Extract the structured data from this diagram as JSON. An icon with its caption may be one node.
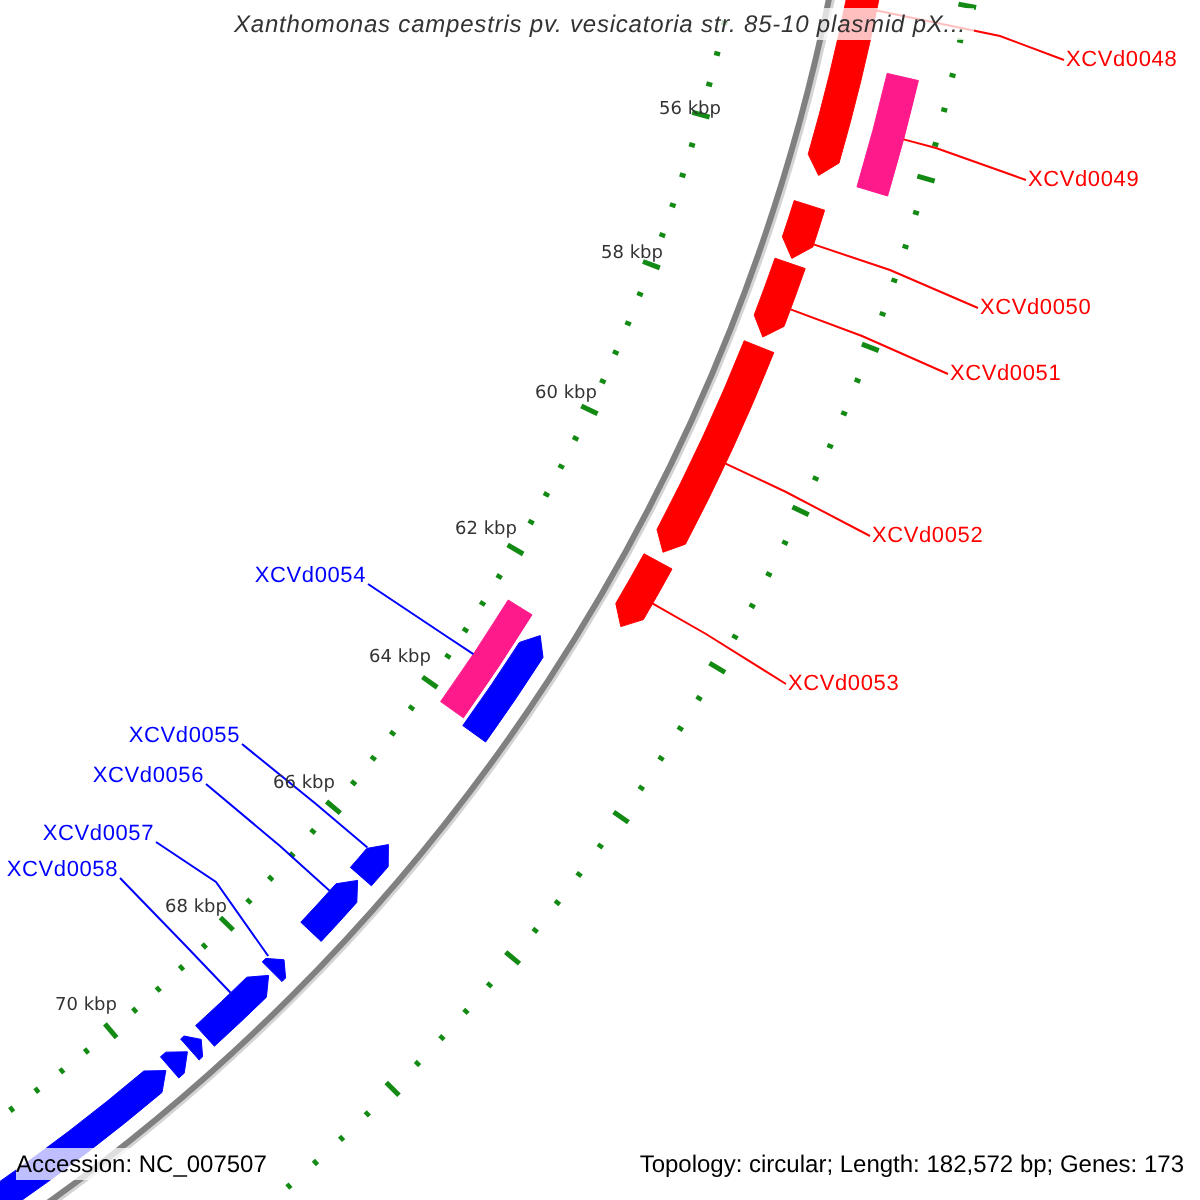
{
  "diagram": {
    "title": "Xanthomonas campestris pv. vesicatoria str. 85-10 plasmid pX...",
    "nodes": [
      {
        "text": [
          "XCVd0048"
        ]
      },
      {
        "text": [
          "XCVd0049"
        ]
      },
      {
        "text": [
          "XCVd0050"
        ]
      },
      {
        "text": [
          "XCVd0051"
        ]
      },
      {
        "text": [
          "XCVd0052"
        ]
      },
      {
        "text": [
          "XCVd0053"
        ]
      },
      {
        "text": [
          "XCVd0054"
        ]
      },
      {
        "text": [
          "XCVd0055"
        ]
      },
      {
        "text": [
          "XCVd0056"
        ]
      },
      {
        "text": [
          "XCVd0057"
        ]
      },
      {
        "text": [
          "XCVd0058"
        ]
      },
      {
        "text": [],
        "shape": "pentagon"
      },
      {
        "text": [],
        "shape": "bar"
      },
      {
        "text": [],
        "shape": "pentagon"
      },
      {
        "text": [],
        "shape": "pentagon"
      },
      {
        "text": [],
        "shape": "pentagon"
      },
      {
        "text": [],
        "shape": "pentagon"
      },
      {
        "text": [],
        "shape": "bar"
      },
      {
        "text": [],
        "shape": "pentagon"
      },
      {
        "text": [],
        "shape": "pentagon"
      },
      {
        "text": [],
        "shape": "pentagon"
      },
      {
        "text": [],
        "shape": "pentagon"
      },
      {
        "text": [],
        "shape": "pentagon"
      },
      {
        "text": [],
        "shape": "pentagon"
      },
      {
        "text": [],
        "shape": "pentagon"
      },
      {
        "text": [],
        "shape": "pentagon"
      }
    ],
    "edges": [
      {
        "from": 0,
        "to": 11,
        "arrow": "none"
      },
      {
        "from": 1,
        "to": 12,
        "arrow": "none"
      },
      {
        "from": 2,
        "to": 13,
        "arrow": "none"
      },
      {
        "from": 3,
        "to": 14,
        "arrow": "none"
      },
      {
        "from": 4,
        "to": 15,
        "arrow": "none"
      },
      {
        "from": 5,
        "to": 16,
        "arrow": "none"
      },
      {
        "from": 6,
        "to": 17,
        "arrow": "none",
        "color": "#0000ff"
      },
      {
        "from": 7,
        "to": 19,
        "arrow": "none",
        "color": "#0000ff"
      },
      {
        "from": 8,
        "to": 20,
        "arrow": "none",
        "color": "#0000ff"
      },
      {
        "from": 9,
        "to": 21,
        "arrow": "none",
        "color": "#0000ff"
      },
      {
        "from": 10,
        "to": 22,
        "arrow": "none",
        "color": "#0000ff"
      }
    ],
    "labels": [
      "56 kbp",
      "58 kbp",
      "60 kbp",
      "62 kbp",
      "64 kbp",
      "66 kbp",
      "68 kbp",
      "70 kbp",
      "Accession: NC_007507",
      "Topology: circular; Length: 182,572 bp; Genes: 173"
    ]
  }
}
